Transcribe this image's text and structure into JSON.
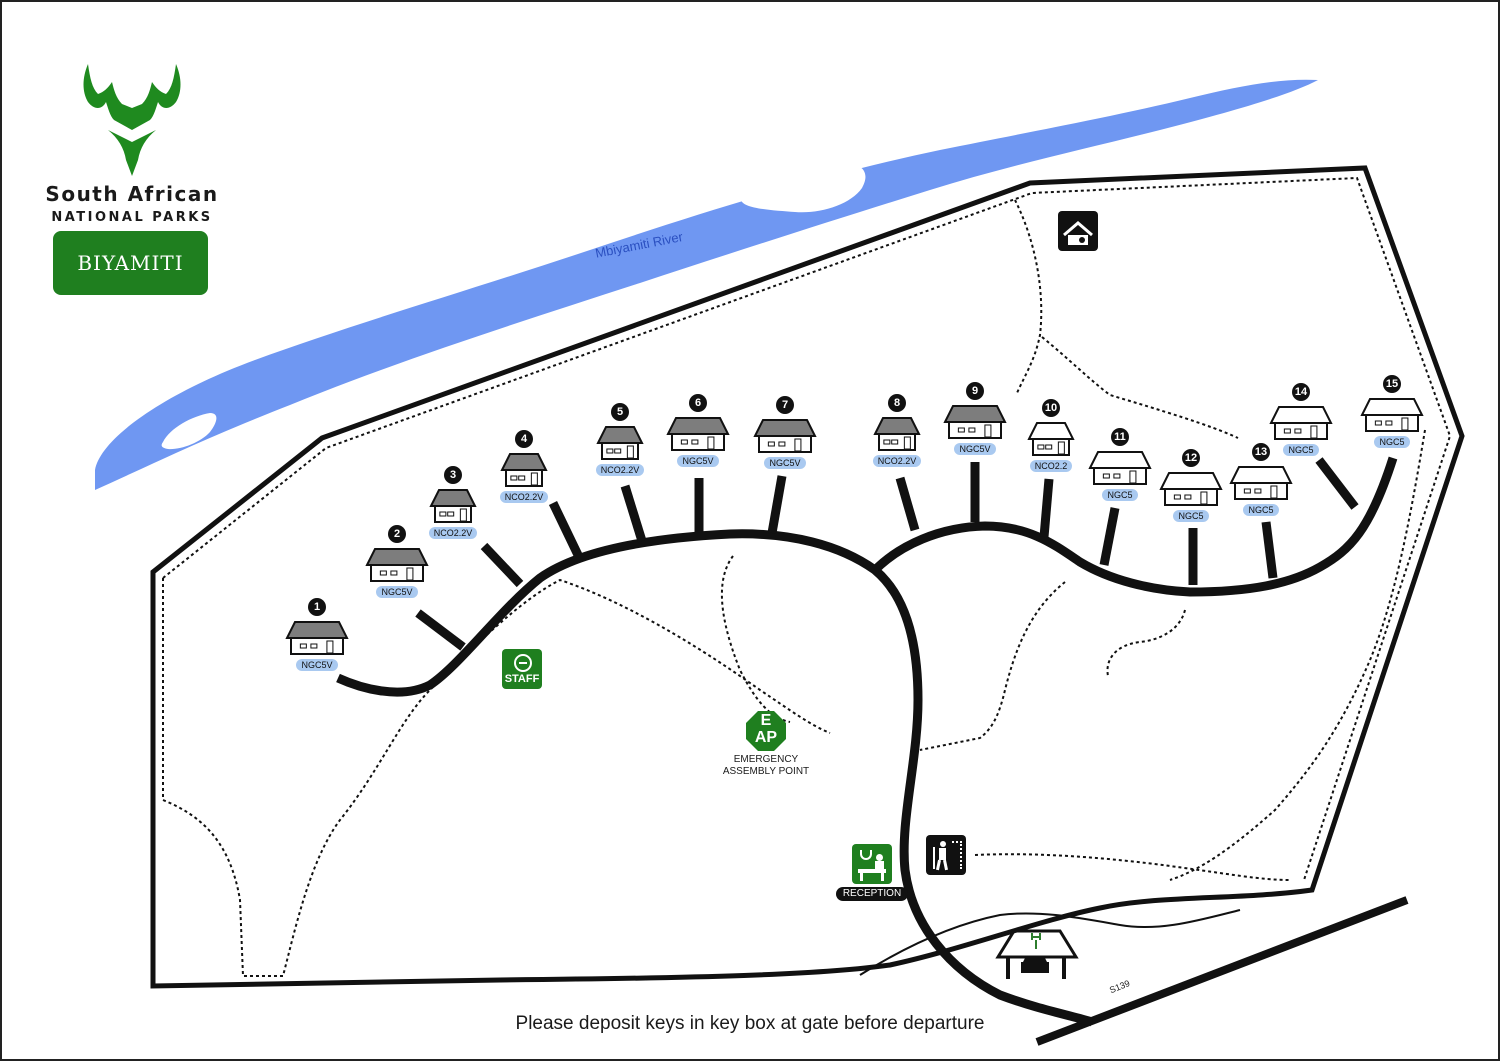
{
  "logo": {
    "icon": "kudu-head-icon",
    "line1": "South African",
    "line2": "NATIONAL PARKS",
    "camp_name": "BIYAMITI",
    "brand_color": "#1f7f1f"
  },
  "river": {
    "label": "Mbiyamiti River",
    "color": "#6f97f2"
  },
  "road": {
    "label": "S139"
  },
  "footer": {
    "notice": "Please deposit keys in key box at gate before departure"
  },
  "units": [
    {
      "number": "1",
      "code": "NGC5V"
    },
    {
      "number": "2",
      "code": "NGC5V"
    },
    {
      "number": "3",
      "code": "NCO2.2V"
    },
    {
      "number": "4",
      "code": "NCO2.2V"
    },
    {
      "number": "5",
      "code": "NCO2.2V"
    },
    {
      "number": "6",
      "code": "NGC5V"
    },
    {
      "number": "7",
      "code": "NGC5V"
    },
    {
      "number": "8",
      "code": "NCO2.2V"
    },
    {
      "number": "9",
      "code": "NGC5V"
    },
    {
      "number": "10",
      "code": "NCO2.2"
    },
    {
      "number": "11",
      "code": "NGC5"
    },
    {
      "number": "12",
      "code": "NGC5"
    },
    {
      "number": "13",
      "code": "NGC5"
    },
    {
      "number": "14",
      "code": "NGC5"
    },
    {
      "number": "15",
      "code": "NGC5"
    }
  ],
  "facilities": {
    "staff": {
      "label": "STAFF",
      "icon": "no-entry-icon"
    },
    "assembly": {
      "badge_line1": "E",
      "badge_line2": "AP",
      "line1": "EMERGENCY",
      "line2": "ASSEMBLY POINT"
    },
    "reception": {
      "label": "RECEPTION",
      "icon": "reception-desk-icon"
    },
    "walking_trail": {
      "icon": "hiker-icon"
    },
    "hide": {
      "icon": "game-viewing-hide-icon"
    },
    "gate": {
      "icon": "gate-carport-icon"
    }
  },
  "colors": {
    "unit_label_bg": "#a9c9f0",
    "roof_grey": "#7d7d7d",
    "marker_black": "#111111"
  }
}
